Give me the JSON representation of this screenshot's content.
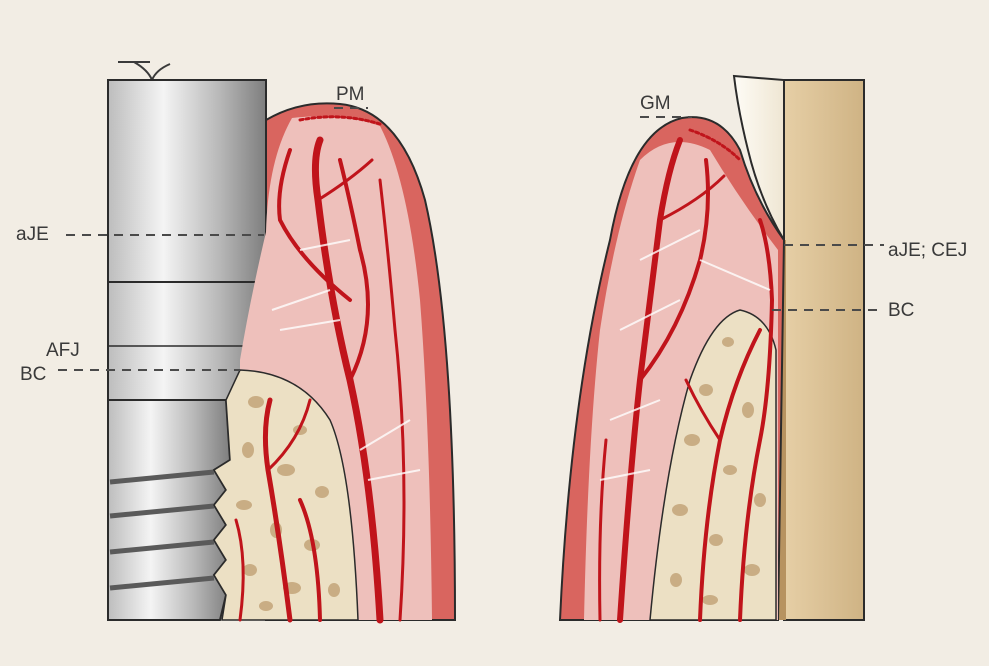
{
  "labels": {
    "pm": "PM",
    "gm": "GM",
    "aje_left": "aJE",
    "afj": "AFJ",
    "bc_left": "BC",
    "aje_cej": "aJE; CEJ",
    "bc_right": "BC"
  },
  "colors": {
    "background": "#f2ede4",
    "mucosa": "#d9655f",
    "connective_tissue": "#eec0bb",
    "vessel": "#c0141b",
    "bone": "#ece0c4",
    "trabecula": "#c9ad84",
    "implant_dark": "#8c8c8c",
    "implant_light": "#eeeeee",
    "root": "#dcc299",
    "enamel": "#fbf7ee"
  }
}
